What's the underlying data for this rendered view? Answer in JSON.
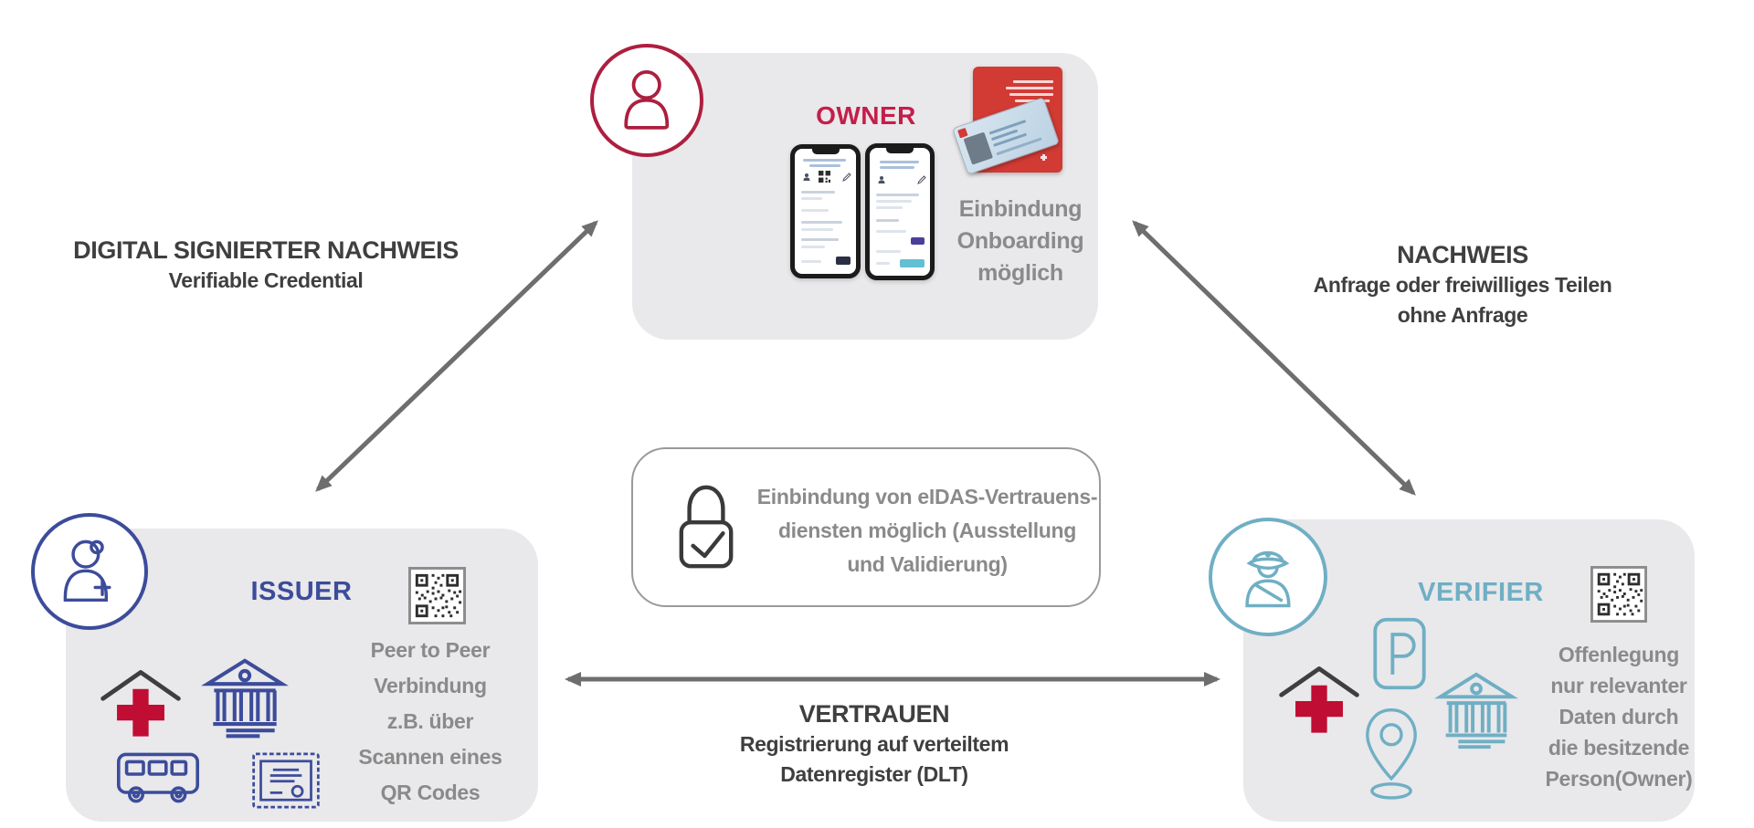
{
  "diagram": {
    "owner": {
      "label": "OWNER",
      "note1": "Einbindung",
      "note2": "Onboarding",
      "note3": "möglich"
    },
    "issuer": {
      "label": "ISSUER",
      "note1": "Peer to Peer",
      "note2": "Verbindung",
      "note3": "z.B. über",
      "note4": "Scannen eines",
      "note5": "QR Codes"
    },
    "verifier": {
      "label": "VERIFIER",
      "note1": "Offenlegung",
      "note2": "nur relevanter",
      "note3": "Daten durch",
      "note4": "die besitzende",
      "note5": "Person(Owner)"
    },
    "edge_owner_issuer": {
      "title": "DIGITAL SIGNIERTER NACHWEIS",
      "subtitle": "Verifiable Credential"
    },
    "edge_owner_verifier": {
      "title": "NACHWEIS",
      "line1": "Anfrage oder freiwilliges Teilen",
      "line2": "ohne Anfrage"
    },
    "edge_issuer_verifier": {
      "title": "VERTRAUEN",
      "line1": "Registrierung auf verteiltem",
      "line2": "Datenregister (DLT)"
    },
    "center_note": {
      "line1": "Einbindung von eIDAS-Vertrauens-",
      "line2": "diensten möglich (Ausstellung",
      "line3": "und Validierung)"
    },
    "colors": {
      "owner_red": "#AD1F3F",
      "owner_label_red": "#C41E4A",
      "issuer_blue": "#3C4C9B",
      "verifier_teal": "#6FAFC4",
      "cross_red": "#C00D33",
      "roof_gray": "#3E3E3E",
      "box_gray": "#E9E8EA",
      "note_gray": "#8A8A8A",
      "headline_gray": "#3F3F3F",
      "arrow_gray": "#6E6E6E",
      "lock_gray": "#3A3A3A"
    }
  }
}
